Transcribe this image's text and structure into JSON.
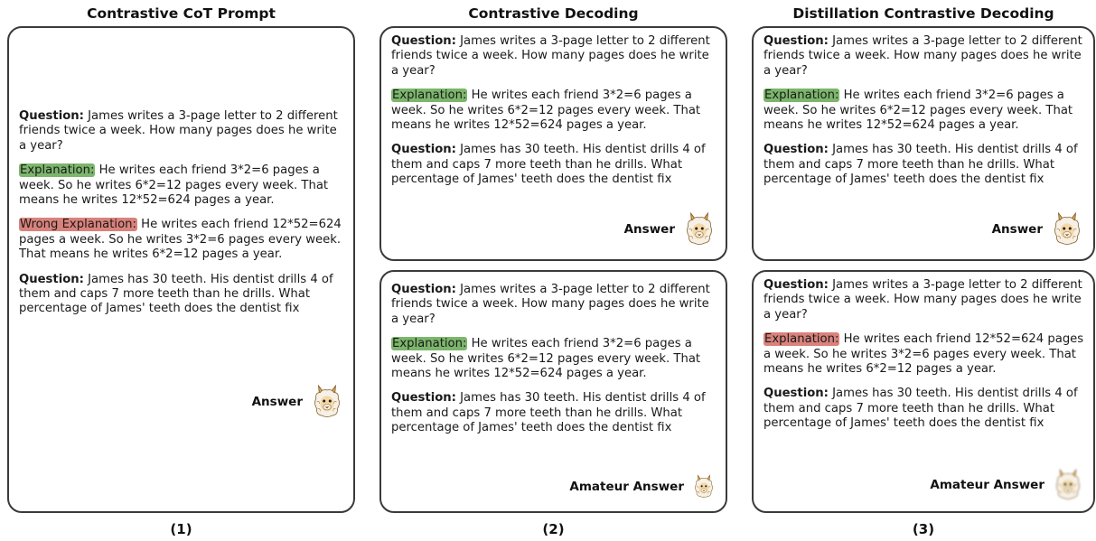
{
  "columns": [
    {
      "title": "Contrastive CoT Prompt",
      "label": "(1)",
      "question1_label": "Question:",
      "question1_text": " James writes a 3-page letter to 2 different friends twice a week. How many pages does he write a year?",
      "explanation_tag": "Explanation:",
      "explanation_text": " He writes each friend 3*2=6 pages a week. So he writes 6*2=12 pages every week. That means he writes 12*52=624 pages a year.",
      "wrong_tag": "Wrong Explanation:",
      "wrong_text": " He writes each friend 12*52=624 pages a week. So he writes 3*2=6 pages every week. That means he writes 6*2=12 pages a year.",
      "question2_label": "Question:",
      "question2_text": " James has 30 teeth. His dentist drills 4 of them and caps 7 more teeth than he drills. What percentage of James' teeth does the dentist fix",
      "answer_label": "Answer"
    },
    {
      "title": "Contrastive Decoding",
      "label": "(2)",
      "top": {
        "question1_label": "Question:",
        "question1_text": " James writes a 3-page letter to 2 different friends twice a week. How many pages does he write a year?",
        "explanation_tag": "Explanation:",
        "explanation_text": " He writes each friend 3*2=6 pages a week. So he writes 6*2=12 pages every week. That means he writes 12*52=624 pages a year.",
        "question2_label": "Question:",
        "question2_text": " James has 30 teeth. His dentist drills 4 of them and caps 7 more teeth than he drills. What percentage of James' teeth does the dentist fix",
        "answer_label": "Answer"
      },
      "bottom": {
        "question1_label": "Question:",
        "question1_text": " James writes a 3-page letter to 2 different friends twice a week. How many pages does he write a year?",
        "explanation_tag": "Explanation:",
        "explanation_text": " He writes each friend 3*2=6 pages a week. So he writes 6*2=12 pages every week. That means he writes 12*52=624 pages a year.",
        "question2_label": "Question:",
        "question2_text": " James has 30 teeth. His dentist drills 4 of them and caps 7 more teeth than he drills. What percentage of James' teeth does the dentist fix",
        "answer_label": "Amateur Answer"
      }
    },
    {
      "title": "Distillation Contrastive Decoding",
      "label": "(3)",
      "top": {
        "question1_label": "Question:",
        "question1_text": " James writes a 3-page letter to 2 different friends twice a week. How many pages does he write a year?",
        "explanation_tag": "Explanation:",
        "explanation_text": " He writes each friend 3*2=6 pages a week. So he writes 6*2=12 pages every week. That means he writes 12*52=624 pages a year.",
        "question2_label": "Question:",
        "question2_text": " James has 30 teeth. His dentist drills 4 of them and caps 7 more teeth than he drills. What percentage of James' teeth does the dentist fix",
        "answer_label": "Answer"
      },
      "bottom": {
        "question1_label": "Question:",
        "question1_text": " James writes a 3-page letter to 2 different friends twice a week. How many pages does he write a year?",
        "explanation_tag": "Explanation:",
        "explanation_text": " He writes each friend 12*52=624 pages a week. So he writes 3*2=6 pages every week. That means he writes 6*2=12 pages a year.",
        "question2_label": "Question:",
        "question2_text": " James has 30 teeth. His dentist drills 4 of them and caps 7 more teeth than he drills. What percentage of James' teeth does the dentist fix",
        "answer_label": "Amateur Answer"
      }
    }
  ],
  "colors": {
    "good_highlight": "#7cb66c",
    "bad_highlight": "#d9827c",
    "border": "#3a3a3a"
  },
  "icons": [
    "llama-icon",
    "blurry-llama-icon"
  ]
}
